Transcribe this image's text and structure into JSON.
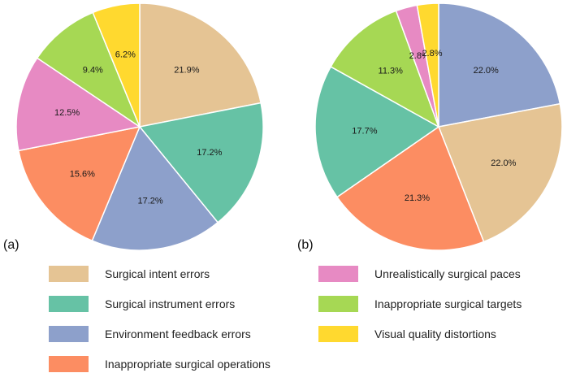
{
  "panel_labels": [
    "(a)",
    "(b)"
  ],
  "legend": [
    {
      "name": "Surgical intent errors",
      "color": "#E5C494"
    },
    {
      "name": "Surgical instrument errors",
      "color": "#66C2A5"
    },
    {
      "name": "Environment feedback errors",
      "color": "#8DA0CB"
    },
    {
      "name": "Inappropriate surgical operations",
      "color": "#FC8D62"
    },
    {
      "name": "Unrealistically surgical paces",
      "color": "#E78AC3"
    },
    {
      "name": "Inappropriate surgical targets",
      "color": "#A6D854"
    },
    {
      "name": "Visual quality distortions",
      "color": "#FFD92F"
    }
  ],
  "chart_data": [
    {
      "type": "pie",
      "panel": "(a)",
      "start_angle_deg": 90,
      "direction": "clockwise",
      "slices": [
        {
          "category": "Surgical intent errors",
          "value": 21.9,
          "label": "21.9%"
        },
        {
          "category": "Surgical instrument errors",
          "value": 17.2,
          "label": "17.2%"
        },
        {
          "category": "Environment feedback errors",
          "value": 17.2,
          "label": "17.2%"
        },
        {
          "category": "Inappropriate surgical operations",
          "value": 15.6,
          "label": "15.6%"
        },
        {
          "category": "Unrealistically surgical paces",
          "value": 12.5,
          "label": "12.5%"
        },
        {
          "category": "Inappropriate surgical targets",
          "value": 9.4,
          "label": "9.4%"
        },
        {
          "category": "Visual quality distortions",
          "value": 6.2,
          "label": "6.2%"
        }
      ]
    },
    {
      "type": "pie",
      "panel": "(b)",
      "start_angle_deg": 90,
      "direction": "clockwise",
      "slices": [
        {
          "category": "Environment feedback errors",
          "value": 22.0,
          "label": "22.0%"
        },
        {
          "category": "Surgical intent errors",
          "value": 22.0,
          "label": "22.0%"
        },
        {
          "category": "Inappropriate surgical operations",
          "value": 21.3,
          "label": "21.3%"
        },
        {
          "category": "Surgical instrument errors",
          "value": 17.7,
          "label": "17.7%"
        },
        {
          "category": "Inappropriate surgical targets",
          "value": 11.3,
          "label": "11.3%"
        },
        {
          "category": "Unrealistically surgical paces",
          "value": 2.8,
          "label": "2.8%"
        },
        {
          "category": "Visual quality distortions",
          "value": 2.8,
          "label": "2.8%"
        }
      ]
    }
  ]
}
